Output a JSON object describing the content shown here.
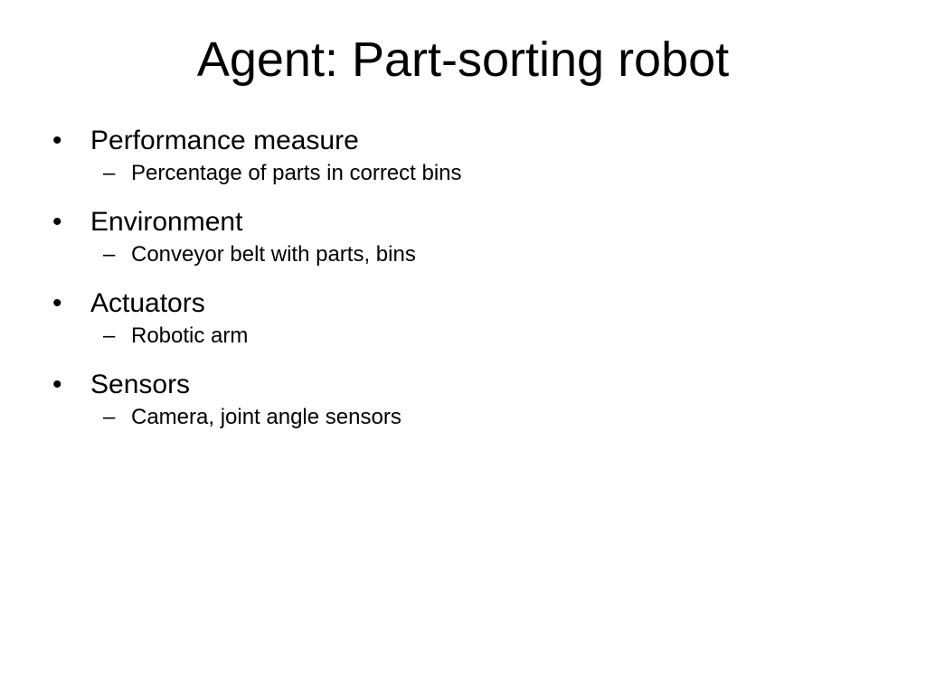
{
  "title": "Agent: Part-sorting robot",
  "items": [
    {
      "bullet": "•",
      "label": "Performance measure",
      "sub": {
        "marker": "–",
        "label": "Percentage of parts in correct bins"
      }
    },
    {
      "bullet": "•",
      "label": "Environment",
      "sub": {
        "marker": "–",
        "label": "Conveyor belt with parts, bins"
      }
    },
    {
      "bullet": "•",
      "label": "Actuators",
      "sub": {
        "marker": "–",
        "label": "Robotic arm"
      }
    },
    {
      "bullet": "•",
      "label": "Sensors",
      "sub": {
        "marker": "–",
        "label": "Camera, joint angle sensors"
      }
    }
  ]
}
